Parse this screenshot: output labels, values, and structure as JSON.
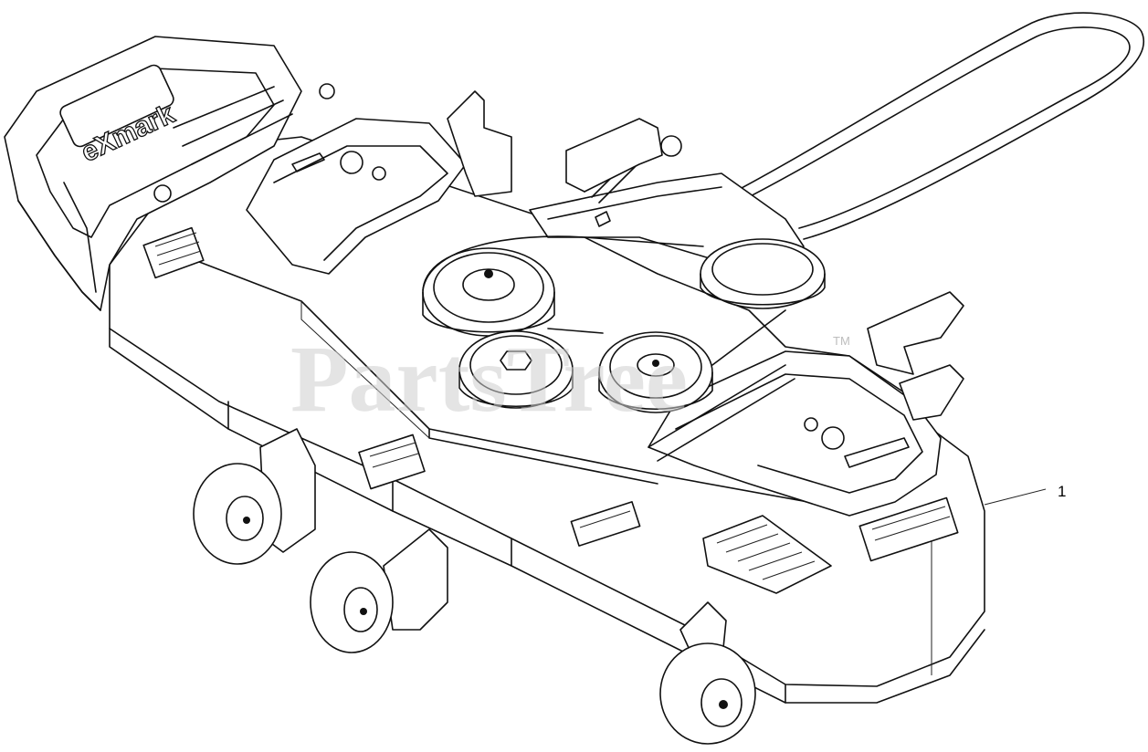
{
  "diagram": {
    "brand_logo_text": "eXmark",
    "watermark": {
      "text": "PartsTree",
      "tm": "TM"
    },
    "callouts": [
      {
        "number": "1",
        "target": "mower deck assembly"
      }
    ]
  }
}
